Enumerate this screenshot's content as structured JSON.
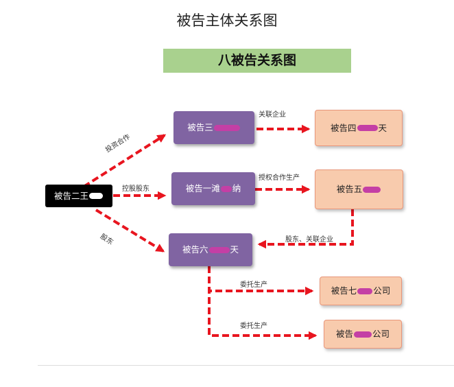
{
  "title": "被告主体关系图",
  "banner": "八被告关系图",
  "colors": {
    "banner_bg": "#a9d18e",
    "node_purple": "#8064a2",
    "node_peach": "#f8cbad",
    "node_black": "#000000",
    "arrow_red": "#e8151f",
    "redaction_mark": "#c43fa5"
  },
  "nodes": {
    "d2": "被告二王",
    "d3": "被告三",
    "d4": "被告四",
    "d4_suffix": "天",
    "d1": "被告一滩",
    "d1_mid": "纳",
    "d5": "被告五",
    "d6": "被告六",
    "d6_suffix": "天",
    "d7": "被告七",
    "d7_suffix": "公司",
    "d8": "被告",
    "d8_suffix": "公司"
  },
  "edges": {
    "invest": "投资合作",
    "control": "控股股东",
    "shareholder": "股东",
    "related": "关联企业",
    "license": "授权合作生产",
    "holder_related": "股东、关联企业",
    "entrust1": "委托生产",
    "entrust2": "委托生产"
  }
}
